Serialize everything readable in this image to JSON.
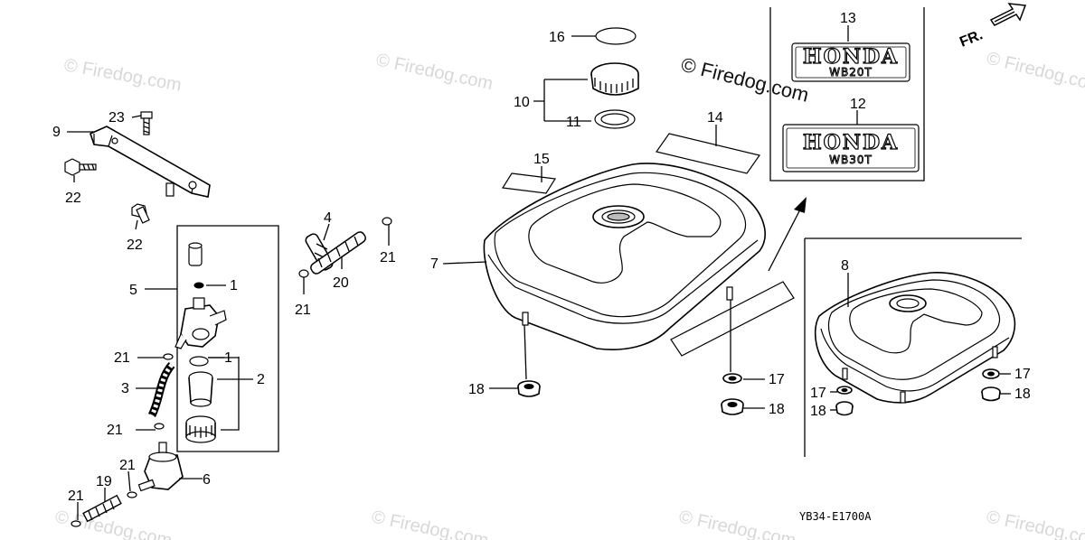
{
  "watermark": {
    "text": "© Firedog.com",
    "main_text": "© Firedog.com"
  },
  "direction_label": "FR.",
  "drawing_code": "YB34-E1700A",
  "decals": [
    {
      "brand": "HONDA",
      "model": "WB20T"
    },
    {
      "brand": "HONDA",
      "model": "WB30T"
    }
  ],
  "callouts": {
    "c1a": "1",
    "c1b": "1",
    "c2": "2",
    "c3": "3",
    "c4": "4",
    "c5": "5",
    "c6": "6",
    "c7": "7",
    "c8": "8",
    "c9": "9",
    "c10": "10",
    "c11": "11",
    "c12": "12",
    "c13": "13",
    "c14": "14",
    "c15": "15",
    "c16": "16",
    "c17a": "17",
    "c17b": "17",
    "c17c": "17",
    "c18a": "18",
    "c18b": "18",
    "c18c": "18",
    "c18d": "18",
    "c19": "19",
    "c20": "20",
    "c21a": "21",
    "c21b": "21",
    "c21c": "21",
    "c21d": "21",
    "c21e": "21",
    "c21f": "21",
    "c22a": "22",
    "c22b": "22",
    "c23": "23"
  }
}
